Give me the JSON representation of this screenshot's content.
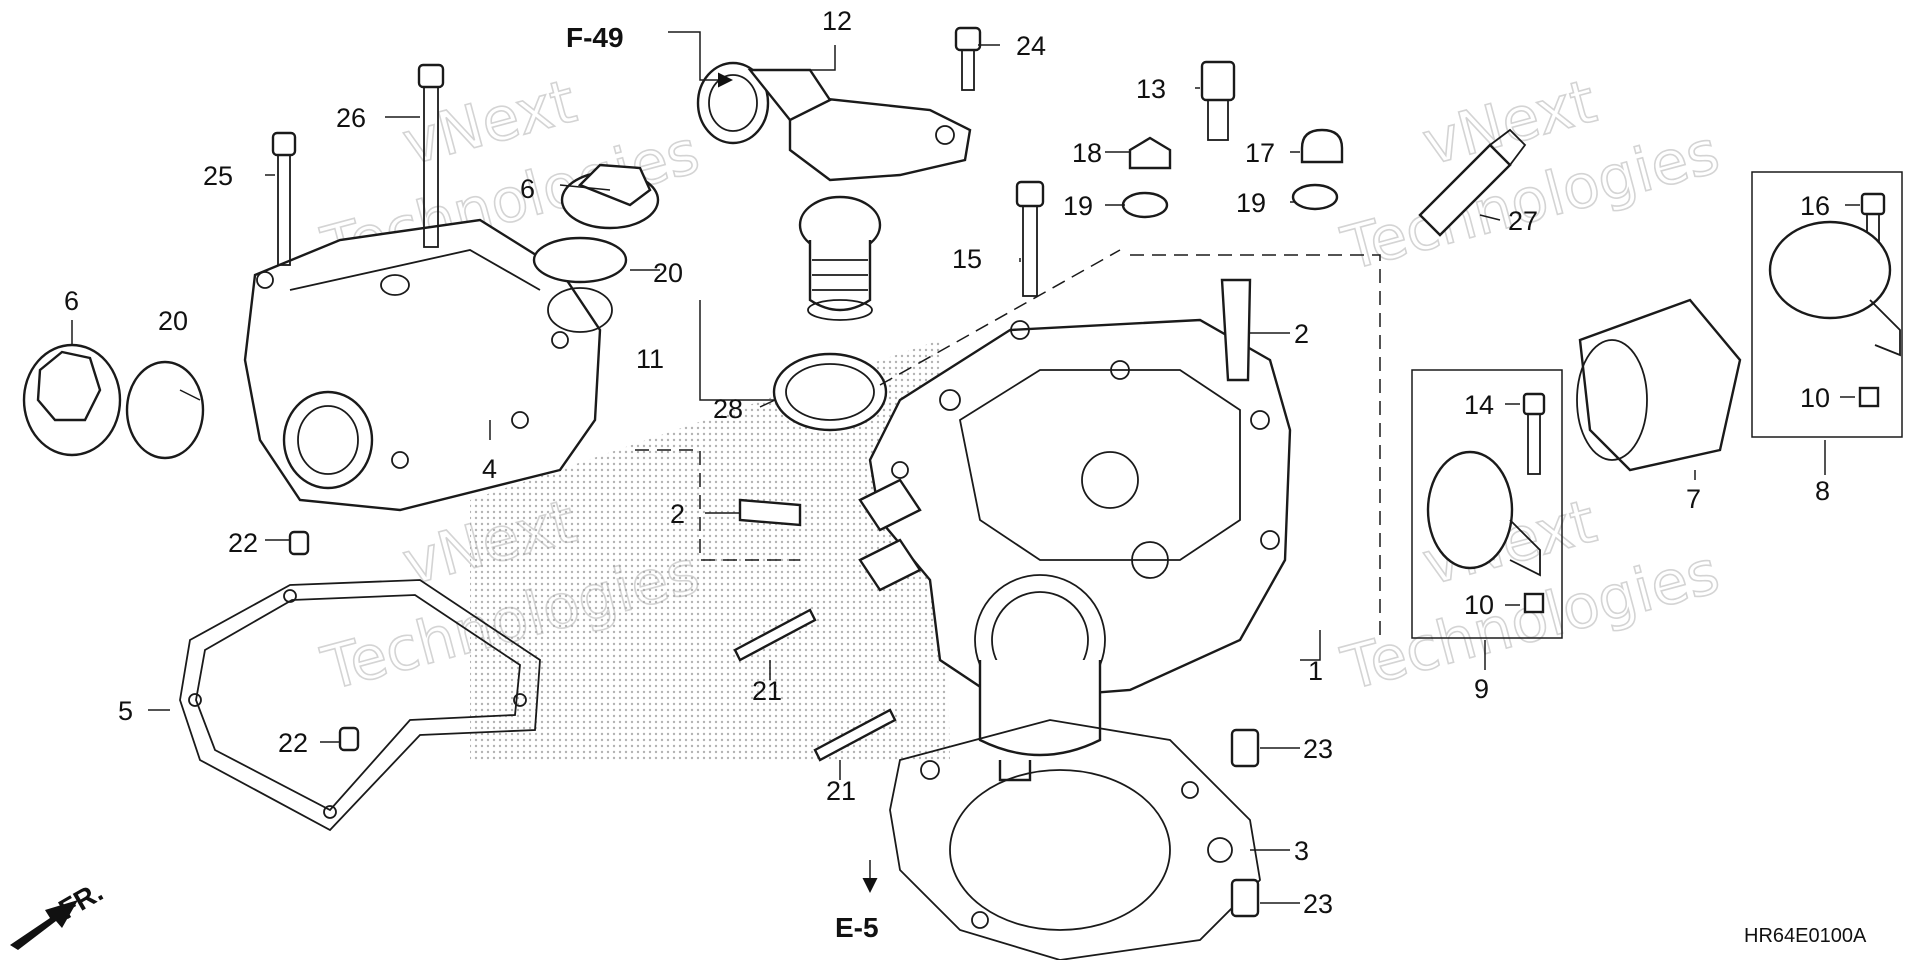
{
  "diagram": {
    "code": "HR64E0100A",
    "references": {
      "f49": "F-49",
      "e5": "E-5",
      "fr": "FR."
    },
    "watermark": {
      "line1": "vNext",
      "line2": "Technologies"
    },
    "callouts": [
      {
        "id": "c1",
        "label": "1"
      },
      {
        "id": "c2a",
        "label": "2"
      },
      {
        "id": "c2b",
        "label": "2"
      },
      {
        "id": "c3",
        "label": "3"
      },
      {
        "id": "c4",
        "label": "4"
      },
      {
        "id": "c5",
        "label": "5"
      },
      {
        "id": "c6a",
        "label": "6"
      },
      {
        "id": "c6b",
        "label": "6"
      },
      {
        "id": "c7",
        "label": "7"
      },
      {
        "id": "c8",
        "label": "8"
      },
      {
        "id": "c9",
        "label": "9"
      },
      {
        "id": "c10a",
        "label": "10"
      },
      {
        "id": "c10b",
        "label": "10"
      },
      {
        "id": "c11",
        "label": "11"
      },
      {
        "id": "c12",
        "label": "12"
      },
      {
        "id": "c13",
        "label": "13"
      },
      {
        "id": "c14",
        "label": "14"
      },
      {
        "id": "c15",
        "label": "15"
      },
      {
        "id": "c16",
        "label": "16"
      },
      {
        "id": "c17",
        "label": "17"
      },
      {
        "id": "c18",
        "label": "18"
      },
      {
        "id": "c19a",
        "label": "19"
      },
      {
        "id": "c19b",
        "label": "19"
      },
      {
        "id": "c20a",
        "label": "20"
      },
      {
        "id": "c20b",
        "label": "20"
      },
      {
        "id": "c21a",
        "label": "21"
      },
      {
        "id": "c21b",
        "label": "21"
      },
      {
        "id": "c22a",
        "label": "22"
      },
      {
        "id": "c22b",
        "label": "22"
      },
      {
        "id": "c23a",
        "label": "23"
      },
      {
        "id": "c23b",
        "label": "23"
      },
      {
        "id": "c24",
        "label": "24"
      },
      {
        "id": "c25",
        "label": "25"
      },
      {
        "id": "c26",
        "label": "26"
      },
      {
        "id": "c27",
        "label": "27"
      },
      {
        "id": "c28",
        "label": "28"
      }
    ]
  }
}
